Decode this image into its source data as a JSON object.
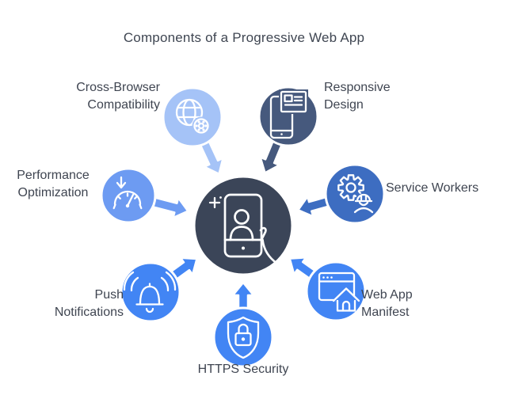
{
  "title": "Components of a Progressive Web App",
  "colors": {
    "background": "#ffffff",
    "text": "#3f4551",
    "icon_stroke": "#ffffff"
  },
  "center": {
    "icon": "smartphone-user-hand-icon",
    "color": "#3b4558"
  },
  "nodes": [
    {
      "id": "cross-browser-compatibility",
      "lines": [
        "Cross-Browser",
        "Compatibility"
      ],
      "icon": "globe-gear-icon",
      "color": "#a5c3f7"
    },
    {
      "id": "responsive-design",
      "lines": [
        "Responsive",
        "Design"
      ],
      "icon": "device-article-icon",
      "color": "#46597d"
    },
    {
      "id": "performance-optimization",
      "lines": [
        "Performance",
        "Optimization"
      ],
      "icon": "speedometer-icon",
      "color": "#6d9bf2"
    },
    {
      "id": "service-workers",
      "lines": [
        "Service Workers"
      ],
      "icon": "gear-worker-icon",
      "color": "#3d6dc1"
    },
    {
      "id": "push-notifications",
      "lines": [
        "Push",
        "Notifications"
      ],
      "icon": "notification-bell-icon",
      "color": "#4285f4"
    },
    {
      "id": "https-security",
      "lines": [
        "HTTPS Security"
      ],
      "icon": "shield-lock-icon",
      "color": "#4285f4"
    },
    {
      "id": "web-app-manifest",
      "lines": [
        "Web App",
        "Manifest"
      ],
      "icon": "browser-home-icon",
      "color": "#4285f4"
    }
  ]
}
